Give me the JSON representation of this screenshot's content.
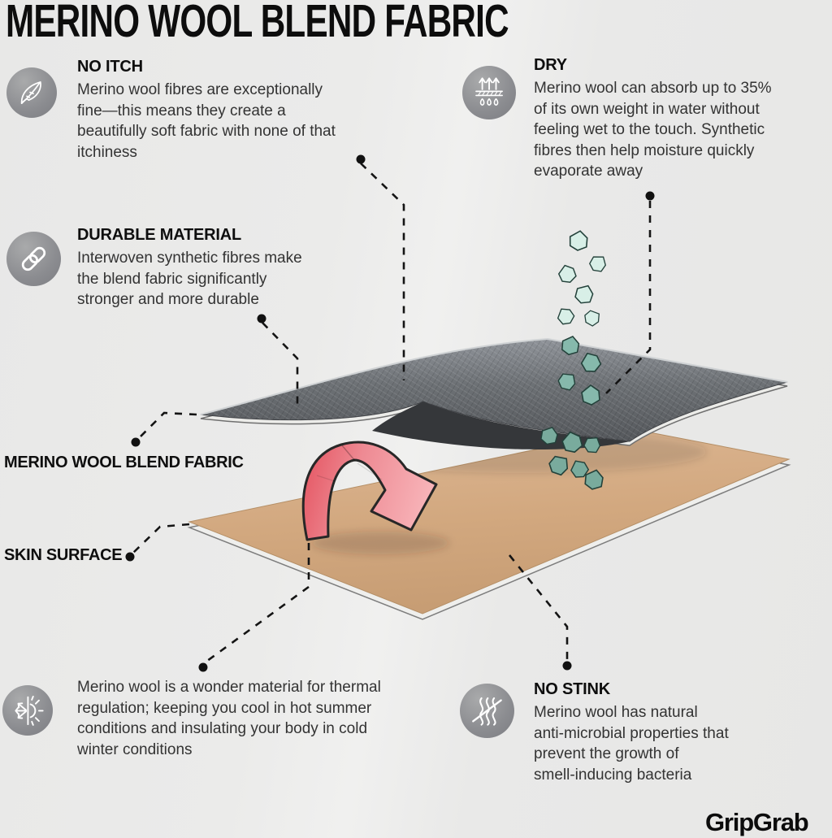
{
  "title": "MERINO WOOL BLEND FABRIC",
  "sections": {
    "no_itch": {
      "heading": "NO ITCH",
      "body": "Merino wool fibres are exceptionally\nfine—this means they create a\nbeautifully soft fabric with none of that\nitchiness",
      "icon": "feather-icon"
    },
    "dry": {
      "heading": "DRY",
      "body": "Merino wool can absorb up to 35%\nof its own weight in water without\nfeeling wet to the touch. Synthetic\nfibres then help moisture quickly\nevaporate away",
      "icon": "moisture-evaporation-icon"
    },
    "durable": {
      "heading": "DURABLE MATERIAL",
      "body": "Interwoven synthetic fibres make\nthe blend fabric significantly\nstronger and more durable",
      "icon": "chain-link-icon"
    },
    "thermal": {
      "body": "Merino wool is a wonder material for thermal\nregulation; keeping you cool in hot summer\nconditions and insulating your body in cold\nwinter conditions",
      "icon": "thermo-regulation-icon"
    },
    "no_stink": {
      "heading": "NO STINK",
      "body": "Merino wool has natural\nanti-microbial properties that\nprevent the growth of\nsmell-inducing bacteria",
      "icon": "no-odour-icon"
    }
  },
  "diagram_labels": {
    "fabric_layer": "MERINO WOOL BLEND FABRIC",
    "skin_layer": "SKIN SURFACE"
  },
  "logo": "GripGrab",
  "colors": {
    "background": "#e9e9e8",
    "heading_text": "#0e0e0e",
    "body_text": "#333333",
    "icon_circle": "#8b8c90",
    "fabric_gray": "#6d7175",
    "skin_tan": "#d2a87f",
    "arrow_pink": "#ee7a85",
    "particle_teal": "#86b9ac"
  }
}
